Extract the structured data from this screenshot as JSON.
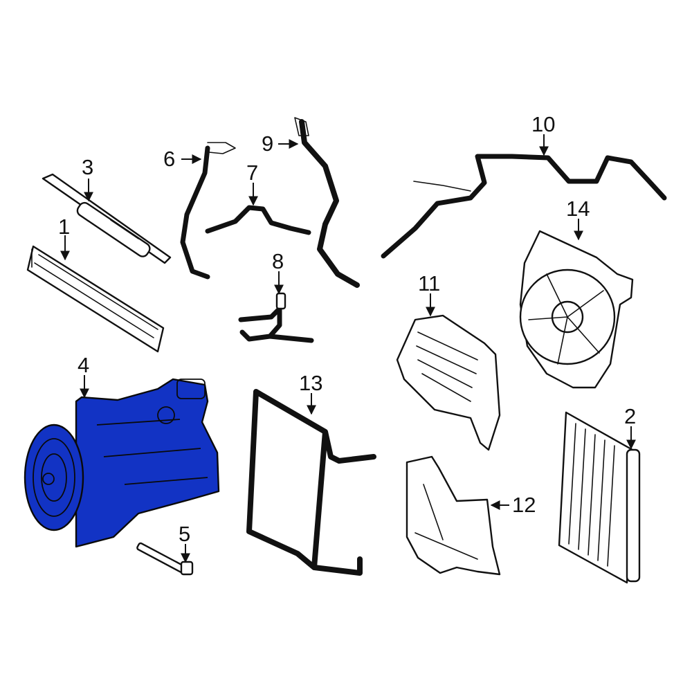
{
  "diagram": {
    "highlight_color": "#1233c4",
    "highlighted_part": "4",
    "callouts": [
      {
        "id": "c1",
        "label": "1"
      },
      {
        "id": "c2",
        "label": "2"
      },
      {
        "id": "c3",
        "label": "3"
      },
      {
        "id": "c4",
        "label": "4"
      },
      {
        "id": "c5",
        "label": "5"
      },
      {
        "id": "c6",
        "label": "6"
      },
      {
        "id": "c7",
        "label": "7"
      },
      {
        "id": "c8",
        "label": "8"
      },
      {
        "id": "c9",
        "label": "9"
      },
      {
        "id": "c10",
        "label": "10"
      },
      {
        "id": "c11",
        "label": "11"
      },
      {
        "id": "c12",
        "label": "12"
      },
      {
        "id": "c13",
        "label": "13"
      },
      {
        "id": "c14",
        "label": "14"
      }
    ]
  }
}
